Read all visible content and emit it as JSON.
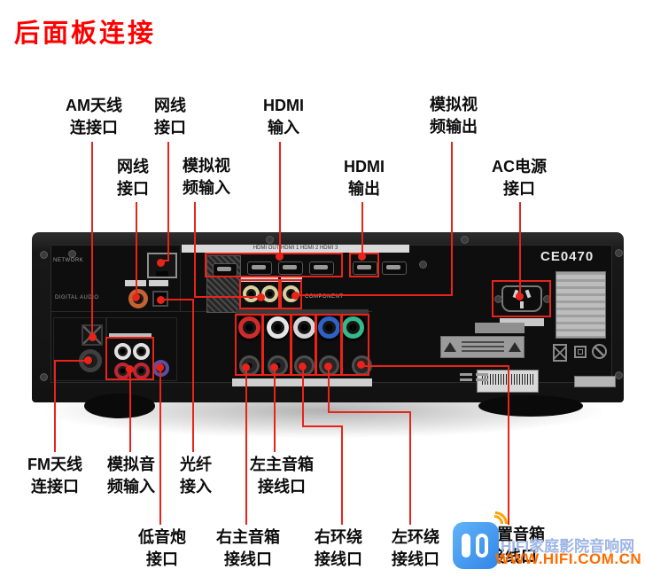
{
  "title": "后面板连接",
  "colors": {
    "title_red": "#fe0000",
    "annotation_red": "#e8231a",
    "watermark_blue": "#9db4e4",
    "watermark_orange": "#ff6d00"
  },
  "callouts": {
    "am": {
      "line1": "AM天线",
      "line2": "连接口"
    },
    "lan_top": {
      "line1": "网线",
      "line2": "接口"
    },
    "hdmi_in": {
      "line1": "HDMI",
      "line2": "输入"
    },
    "video_out": {
      "line1": "模拟视",
      "line2": "频输出"
    },
    "lan_mid": {
      "line1": "网线",
      "line2": "接口"
    },
    "video_in": {
      "line1": "模拟视",
      "line2": "频输入"
    },
    "hdmi_out": {
      "line1": "HDMI",
      "line2": "输出"
    },
    "ac": {
      "line1": "AC电源",
      "line2": "接口"
    },
    "fm": {
      "line1": "FM天线",
      "line2": "连接口"
    },
    "audio_in": {
      "line1": "模拟音",
      "line2": "频输入"
    },
    "optical": {
      "line1": "光纤",
      "line2": "接入"
    },
    "front_left": {
      "line1": "左主音箱",
      "line2": "接线口"
    },
    "subwoofer": {
      "line1": "低音炮",
      "line2": "接口"
    },
    "front_right": {
      "line1": "右主音箱",
      "line2": "接线口"
    },
    "surround_right": {
      "line1": "右环绕",
      "line2": "接线口"
    },
    "surround_left": {
      "line1": "左环绕",
      "line2": "接线口"
    },
    "center": {
      "line1": "中置音箱",
      "line2": "接线口"
    }
  },
  "device": {
    "ce_mark": "CE0470",
    "panel_labels": {
      "network": "NETWORK",
      "digital_audio": "DIGITAL AUDIO",
      "component": "COMPONENT",
      "hdmi_strip": "HDMI OUT    HDMI 1    HDMI 2    HDMI 3"
    }
  },
  "watermark": {
    "site_name": "HIFI家庭影院音响网",
    "site_url": "WWW.HIFI.COM.CN"
  }
}
